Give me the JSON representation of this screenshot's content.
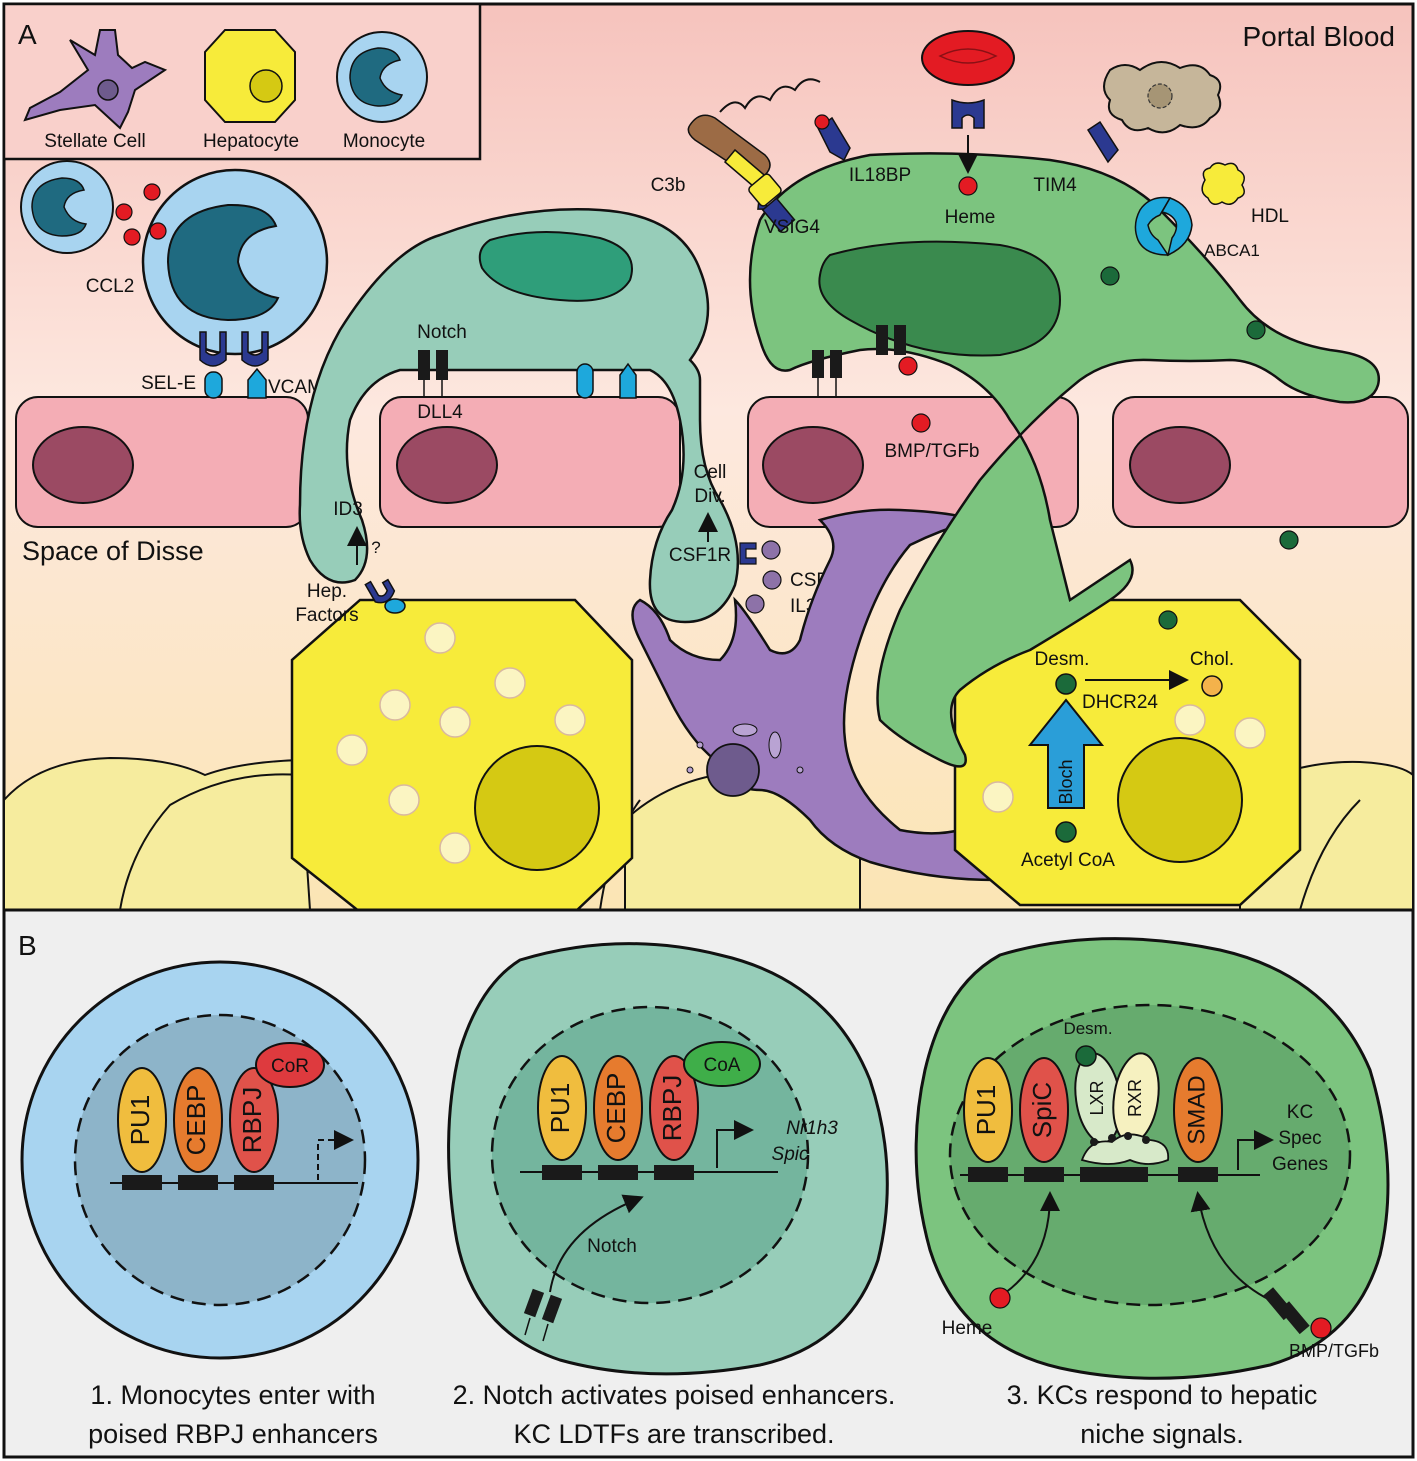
{
  "panelA": {
    "panel_letter": "A",
    "region_top": "Portal Blood",
    "region_bottom": "Space of Disse",
    "legend": {
      "stellate": "Stellate Cell",
      "hepatocyte": "Hepatocyte",
      "monocyte": "Monocyte"
    },
    "labels": {
      "ccl2": "CCL2",
      "sele": "SEL-E",
      "vcam1": "VCAM1",
      "notch": "Notch",
      "dll4": "DLL4",
      "id3": "ID3",
      "question": "?",
      "hep1": "Hep.",
      "hep2": "Factors",
      "celldiv1": "Cell",
      "celldiv2": "Div.",
      "csf1r": "CSF1R",
      "csf1": "CSF1",
      "il34": "IL34",
      "c3b": "C3b",
      "vsig4": "VSIG4",
      "il18bp": "IL18BP",
      "heme": "Heme",
      "tim4": "TIM4",
      "hdl": "HDL",
      "abca1": "ABCA1",
      "bmp": "BMP/TGFb",
      "desm": "Desm.",
      "chol": "Chol.",
      "dhcr24": "DHCR24",
      "bloch": "Bloch",
      "acetyl": "Acetyl CoA"
    }
  },
  "panelB": {
    "panel_letter": "B",
    "cell1": {
      "tf1": "PU1",
      "tf2": "CEBP",
      "tf3": "RBPJ",
      "cofactor": "CoR",
      "caption1": "1. Monocytes enter with",
      "caption2": "poised RBPJ enhancers"
    },
    "cell2": {
      "tf1": "PU1",
      "tf2": "CEBP",
      "tf3": "RBPJ",
      "cofactor": "CoA",
      "gene1": "Nr1h3",
      "gene2": "Spic",
      "notch": "Notch",
      "caption1": "2. Notch activates poised enhancers.",
      "caption2": "KC LDTFs are transcribed."
    },
    "cell3": {
      "tf1": "PU1",
      "tf2": "SpiC",
      "tf3": "LXR",
      "tf4": "RXR",
      "tf5": "SMAD",
      "desm": "Desm.",
      "genes1": "KC",
      "genes2": "Spec",
      "genes3": "Genes",
      "heme": "Heme",
      "bmp": "BMP/TGFb",
      "caption1": "3. KCs respond to hepatic",
      "caption2": "niche signals."
    }
  },
  "colors": {
    "monocyte": "#a8d4f0",
    "monocyte_nucleus": "#1f6a80",
    "kc_precursor": "#97cdb9",
    "kc_mature": "#7cc47f",
    "hepatocyte": "#f7eb3a",
    "stellate": "#9d7cbe",
    "lsec": "#f4adb5",
    "lsec_nucleus": "#9b4a63",
    "receptor": "#2b3990",
    "ligand": "#1ea8dc",
    "pu1": "#f0bd3e",
    "cebp": "#e67b2e",
    "rbpj": "#e0524a",
    "cor": "#de3a3e",
    "coa": "#3fae49",
    "desmosterol": "#1b6a3a"
  }
}
